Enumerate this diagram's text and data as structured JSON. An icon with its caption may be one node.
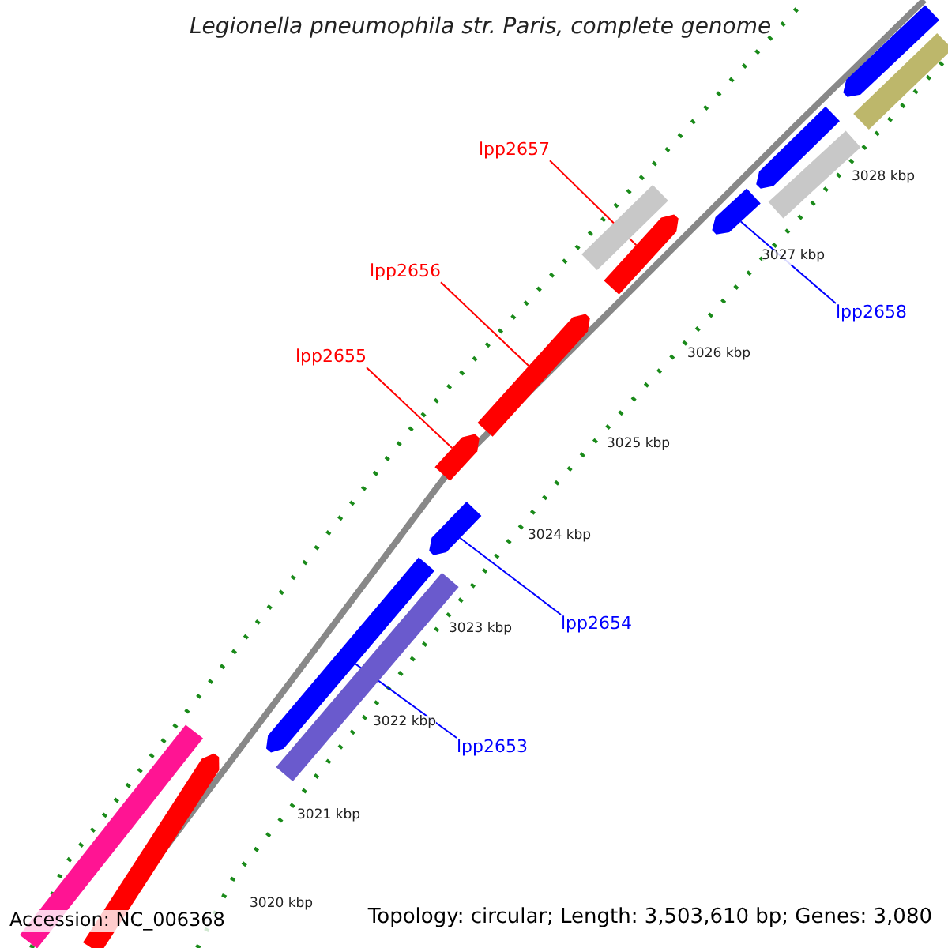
{
  "diagram": {
    "title": "Legionella pneumophila str. Paris, complete genome",
    "nodes": [
      {
        "text": [
          "lpp2657"
        ]
      },
      {
        "text": [],
        "shape": "bar"
      },
      {
        "text": [
          "lpp2658"
        ]
      },
      {
        "text": [],
        "shape": "bar"
      },
      {
        "text": [
          "lpp2656"
        ]
      },
      {
        "text": [],
        "shape": "bar"
      },
      {
        "text": [
          "lpp2655"
        ]
      },
      {
        "text": [],
        "shape": "bar"
      },
      {
        "text": [
          "lpp2654"
        ]
      },
      {
        "text": [],
        "shape": "bar"
      },
      {
        "text": [
          "lpp2653"
        ]
      },
      {
        "text": [],
        "shape": "bar"
      },
      {
        "text": [],
        "shape": "bar"
      },
      {
        "text": [],
        "shape": "bar"
      },
      {
        "text": [],
        "shape": "bar"
      },
      {
        "text": [],
        "shape": "bar"
      },
      {
        "text": [],
        "shape": "bar"
      },
      {
        "text": [],
        "shape": "bar"
      },
      {
        "text": [],
        "shape": "bar"
      },
      {
        "text": [],
        "shape": "bar"
      }
    ],
    "edges": [
      {
        "from": 0,
        "to": 1,
        "arrow": "none",
        "color": "#ff0000"
      },
      {
        "from": 2,
        "to": 3,
        "arrow": "none",
        "color": "#0000ff"
      },
      {
        "from": 4,
        "to": 5,
        "arrow": "none",
        "color": "#ff0000"
      },
      {
        "from": 6,
        "to": 7,
        "arrow": "none",
        "color": "#ff0000"
      },
      {
        "from": 8,
        "to": 9,
        "arrow": "none",
        "color": "#0000ff"
      },
      {
        "from": 10,
        "to": 11,
        "arrow": "none",
        "color": "#0000ff"
      }
    ],
    "labels": [
      "3028 kbp",
      "3027 kbp",
      "3026 kbp",
      "3025 kbp",
      "3024 kbp",
      "3023 kbp",
      "3022 kbp",
      "3021 kbp",
      "3020 kbp",
      "Accession: NC_006368",
      "Topology: circular; Length: 3,503,610 bp; Genes: 3,080"
    ]
  }
}
